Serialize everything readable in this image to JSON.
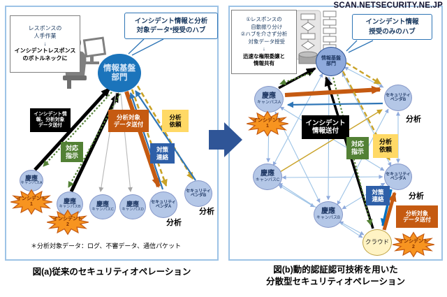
{
  "watermark": "SCAN.NETSECURITY.NE.JP",
  "colors": {
    "hub_blue": "#1B74BB",
    "node_fill": "#B4C7E7",
    "incident_orange": "#F79420",
    "incident_border": "#C55A11",
    "green_label": "#538135",
    "orange_label": "#C55A11",
    "yellow_label": "#FFD966",
    "blue_label": "#2E5FA8",
    "gold_dashed": "#C9A227",
    "mesh_blue": "#9DC3E6",
    "cloud_fill": "#FFF3C4",
    "panel_border": "#9DC3E6",
    "transition_arrow": "#2F5597"
  },
  "panel_a": {
    "caption": "図(a)従来のセキュリティオペレーション",
    "note_box": {
      "lines": [
        "レスポンスの",
        "人手作業",
        "↓",
        "インシデントレスポンス",
        "のボトルネックに"
      ]
    },
    "bubble": {
      "lines": [
        "インシデント情報と分析",
        "対象データ*授受のハブ"
      ]
    },
    "hub": {
      "lines": [
        "情報基盤",
        "部門"
      ]
    },
    "flow_labels": {
      "incident_send": {
        "lines": [
          "インシデント情",
          "報、分析対象",
          "データ送付"
        ]
      },
      "response_instruction": {
        "lines": [
          "対応",
          "指示"
        ]
      },
      "analysis_data_send": {
        "lines": [
          "分析対象",
          "データ送付"
        ]
      },
      "analysis_request": {
        "lines": [
          "分析",
          "依頼"
        ]
      },
      "countermeasure_contact": {
        "lines": [
          "対策",
          "連絡"
        ]
      }
    },
    "nodes": [
      {
        "lines": [
          "慶應",
          "キャンパスA"
        ]
      },
      {
        "lines": [
          "慶應",
          "キャンパスB"
        ]
      },
      {
        "lines": [
          "慶應",
          "キャンパスC"
        ]
      },
      {
        "lines": [
          "慶應",
          "キャンパスD"
        ]
      },
      {
        "lines": [
          "セキュリティ",
          "ベンダA"
        ]
      },
      {
        "lines": [
          "セキュリティ",
          "ベンダB"
        ]
      }
    ],
    "incidents": [
      {
        "lines": [
          "インシデント",
          "1"
        ]
      },
      {
        "lines": [
          "インシデント",
          "2"
        ]
      }
    ],
    "analysis_label_vendor_a": "分析",
    "analysis_label_vendor_b": "分析",
    "footnote": "＊分析対象データ：ログ、不審データ、通信パケット"
  },
  "panel_b": {
    "caption_line1": "図(b)動的認証認可技術を用いた",
    "caption_line2": "分散型セキュリティオペレーション",
    "note_box": {
      "lines": [
        "①レスポンスの",
        "　自動振り分け",
        "②ハブを介さず分析",
        "　対象データ授受",
        "↓",
        "迅速な権限委譲と",
        "情報共有"
      ]
    },
    "bubble": {
      "lines": [
        "インシデント情報",
        "授受のみのハブ"
      ]
    },
    "hub": {
      "lines": [
        "情報基盤",
        "部門"
      ]
    },
    "flow_labels": {
      "incident_send": {
        "lines": [
          "インシデント",
          "情報送付"
        ]
      },
      "response_instruction": {
        "lines": [
          "対応",
          "指示"
        ]
      },
      "analysis_request": {
        "lines": [
          "分析",
          "依頼"
        ]
      },
      "countermeasure_contact": {
        "lines": [
          "対策",
          "連絡"
        ]
      },
      "analysis_data_send": {
        "lines": [
          "分析対象",
          "データ送付"
        ]
      }
    },
    "nodes": [
      {
        "lines": [
          "慶應",
          "キャンパスA"
        ]
      },
      {
        "lines": [
          "慶應",
          "キャンパスC"
        ]
      },
      {
        "lines": [
          "慶應",
          "キャンパスB"
        ]
      },
      {
        "lines": [
          "セキュリティ",
          "ベンダB"
        ]
      },
      {
        "lines": [
          "セキュリティ",
          "ベンダA"
        ]
      },
      {
        "lines": [
          "クラウド"
        ]
      }
    ],
    "incidents": [
      {
        "lines": [
          "インシデント",
          "1"
        ]
      },
      {
        "lines": [
          "インシデント",
          "2"
        ]
      }
    ],
    "analysis_label_vendor_a": "分析",
    "analysis_label_vendor_b": "分析"
  }
}
